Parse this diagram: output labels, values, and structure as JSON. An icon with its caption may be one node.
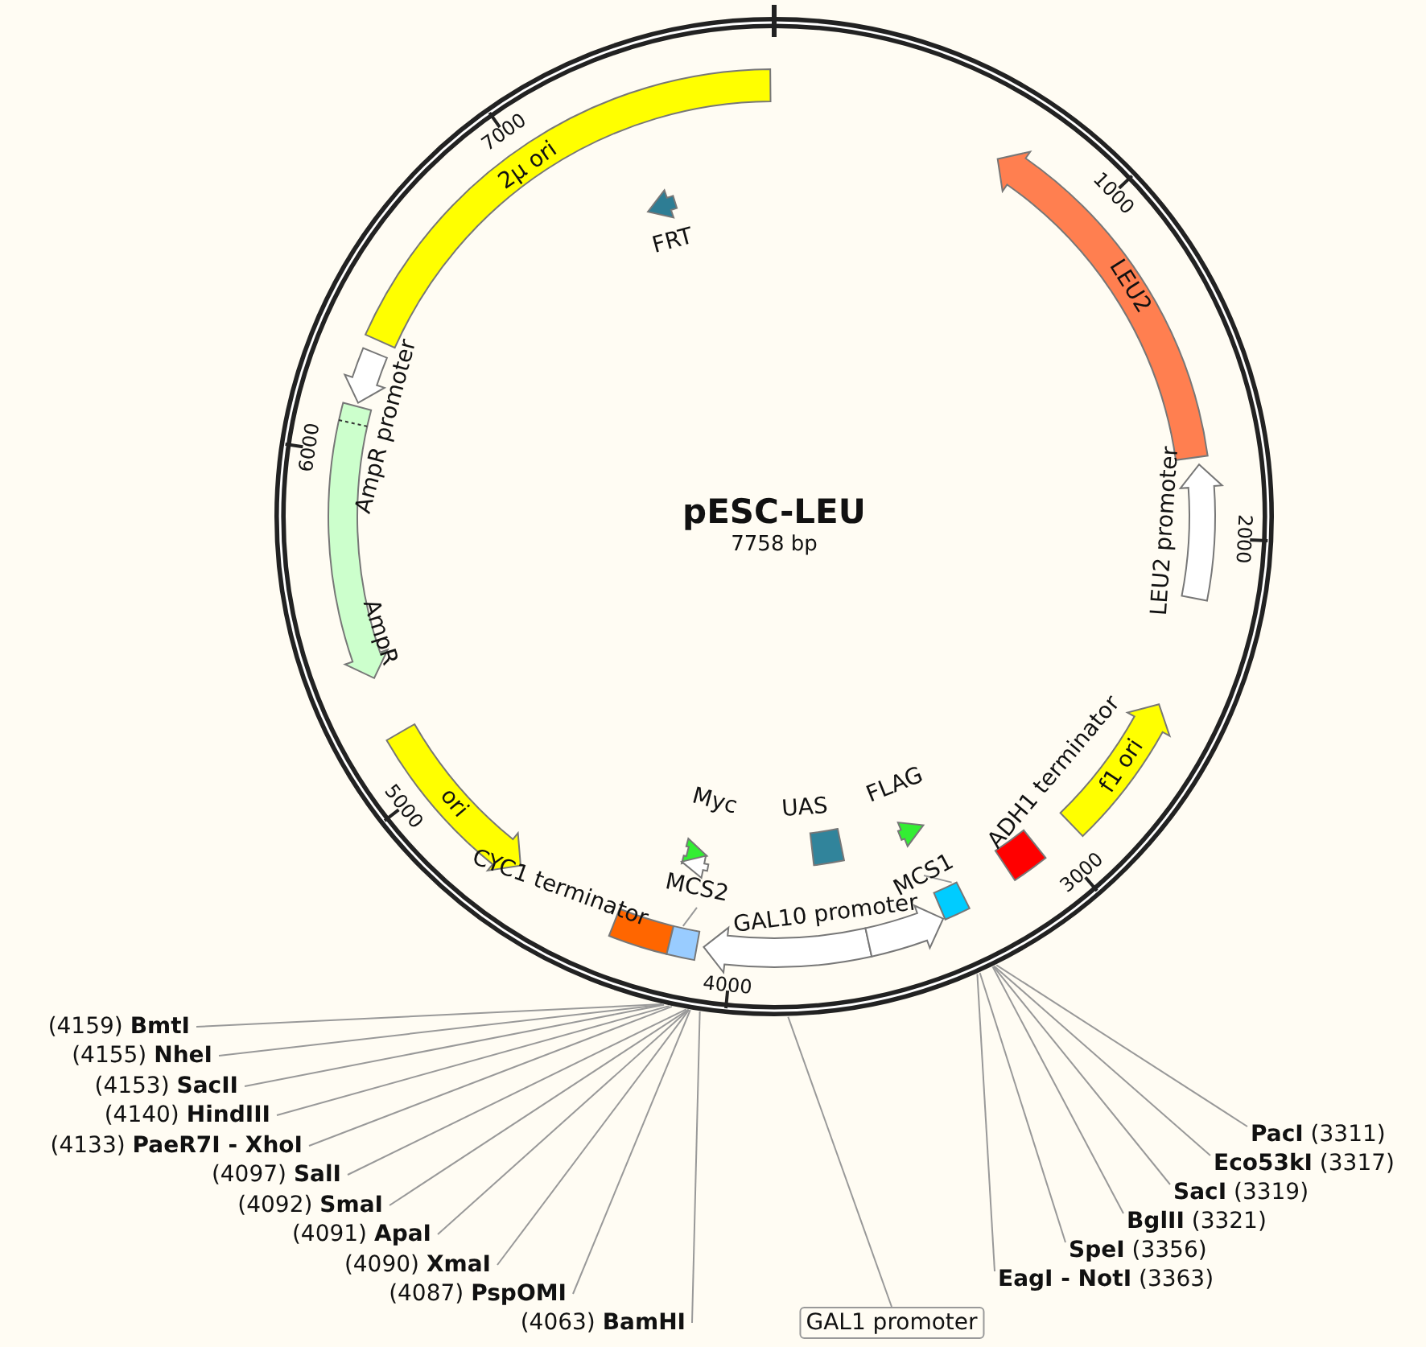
{
  "diagram": {
    "title": "pESC-LEU",
    "nodes": [
      {
        "text": [
          "2μ ori"
        ]
      },
      {
        "text": [
          "FRT"
        ]
      },
      {
        "text": [
          "AmpR promoter"
        ]
      },
      {
        "text": [
          "AmpR"
        ]
      },
      {
        "text": [
          "LEU2"
        ]
      },
      {
        "text": [
          "LEU2 promoter"
        ]
      },
      {
        "text": [
          "ori"
        ]
      },
      {
        "text": [
          "f1 ori"
        ]
      },
      {
        "text": [
          "ADH1 terminator"
        ]
      },
      {
        "text": [
          "CYC1 terminator"
        ]
      },
      {
        "text": [
          "Myc"
        ]
      },
      {
        "text": [
          "UAS"
        ]
      },
      {
        "text": [
          "FLAG"
        ]
      },
      {
        "text": [
          "MCS2"
        ]
      },
      {
        "text": [
          "MCS1"
        ]
      },
      {
        "text": [
          "GAL10 promoter"
        ]
      },
      {
        "text": [],
        "shape": "box"
      },
      {
        "text": [],
        "shape": "box"
      },
      {
        "text": [],
        "shape": "arrow"
      },
      {
        "text": [
          "GAL1 promoter"
        ]
      },
      {
        "text": [
          "(4159) **BmtI**"
        ]
      },
      {
        "text": [
          "(4155) **NheI**"
        ]
      },
      {
        "text": [
          "(4153) **SacII**"
        ]
      },
      {
        "text": [
          "(4140) **HindIII**"
        ]
      },
      {
        "text": [
          "(4133) **PaeR7I - XhoI**"
        ]
      },
      {
        "text": [
          "(4097) **SalI**"
        ]
      },
      {
        "text": [
          "(4092) **SmaI**"
        ]
      },
      {
        "text": [
          "(4091) **ApaI**"
        ]
      },
      {
        "text": [
          "(4090) **XmaI**"
        ]
      },
      {
        "text": [
          "(4087) **PspOMI**"
        ]
      },
      {
        "text": [
          "(4063) **BamHI**"
        ]
      },
      {
        "text": [
          "**PacI** (3311)"
        ]
      },
      {
        "text": [
          "**Eco53kI** (3317)"
        ]
      },
      {
        "text": [
          "**SacI** (3319)"
        ]
      },
      {
        "text": [
          "**BglII** (3321)"
        ]
      },
      {
        "text": [
          "**SpeI** (3356)"
        ]
      },
      {
        "text": [
          "**EagI - NotI** (3363)"
        ]
      }
    ],
    "edges": [
      {
        "from": 13,
        "to": 16,
        "arrow": "none"
      },
      {
        "from": 14,
        "to": 17,
        "arrow": "none"
      },
      {
        "from": 19,
        "to": null,
        "arrow": "none"
      },
      {
        "from": 20,
        "to": null,
        "arrow": "none"
      },
      {
        "from": 21,
        "to": null,
        "arrow": "none"
      },
      {
        "from": 22,
        "to": null,
        "arrow": "none"
      },
      {
        "from": 23,
        "to": null,
        "arrow": "none"
      },
      {
        "from": 24,
        "to": null,
        "arrow": "none"
      },
      {
        "from": 25,
        "to": null,
        "arrow": "none"
      },
      {
        "from": 26,
        "to": null,
        "arrow": "none"
      },
      {
        "from": 27,
        "to": null,
        "arrow": "none"
      },
      {
        "from": 28,
        "to": null,
        "arrow": "none"
      },
      {
        "from": 29,
        "to": null,
        "arrow": "none"
      },
      {
        "from": 30,
        "to": null,
        "arrow": "none"
      },
      {
        "from": 31,
        "to": null,
        "arrow": "none"
      },
      {
        "from": 32,
        "to": null,
        "arrow": "none"
      },
      {
        "from": 33,
        "to": null,
        "arrow": "none"
      },
      {
        "from": 34,
        "to": null,
        "arrow": "none"
      },
      {
        "from": 35,
        "to": null,
        "arrow": "none"
      },
      {
        "from": 36,
        "to": null,
        "arrow": "none"
      }
    ],
    "labels": [
      "7758 bp",
      "1000",
      "2000",
      "3000",
      "4000",
      "5000",
      "6000",
      "7000"
    ]
  }
}
